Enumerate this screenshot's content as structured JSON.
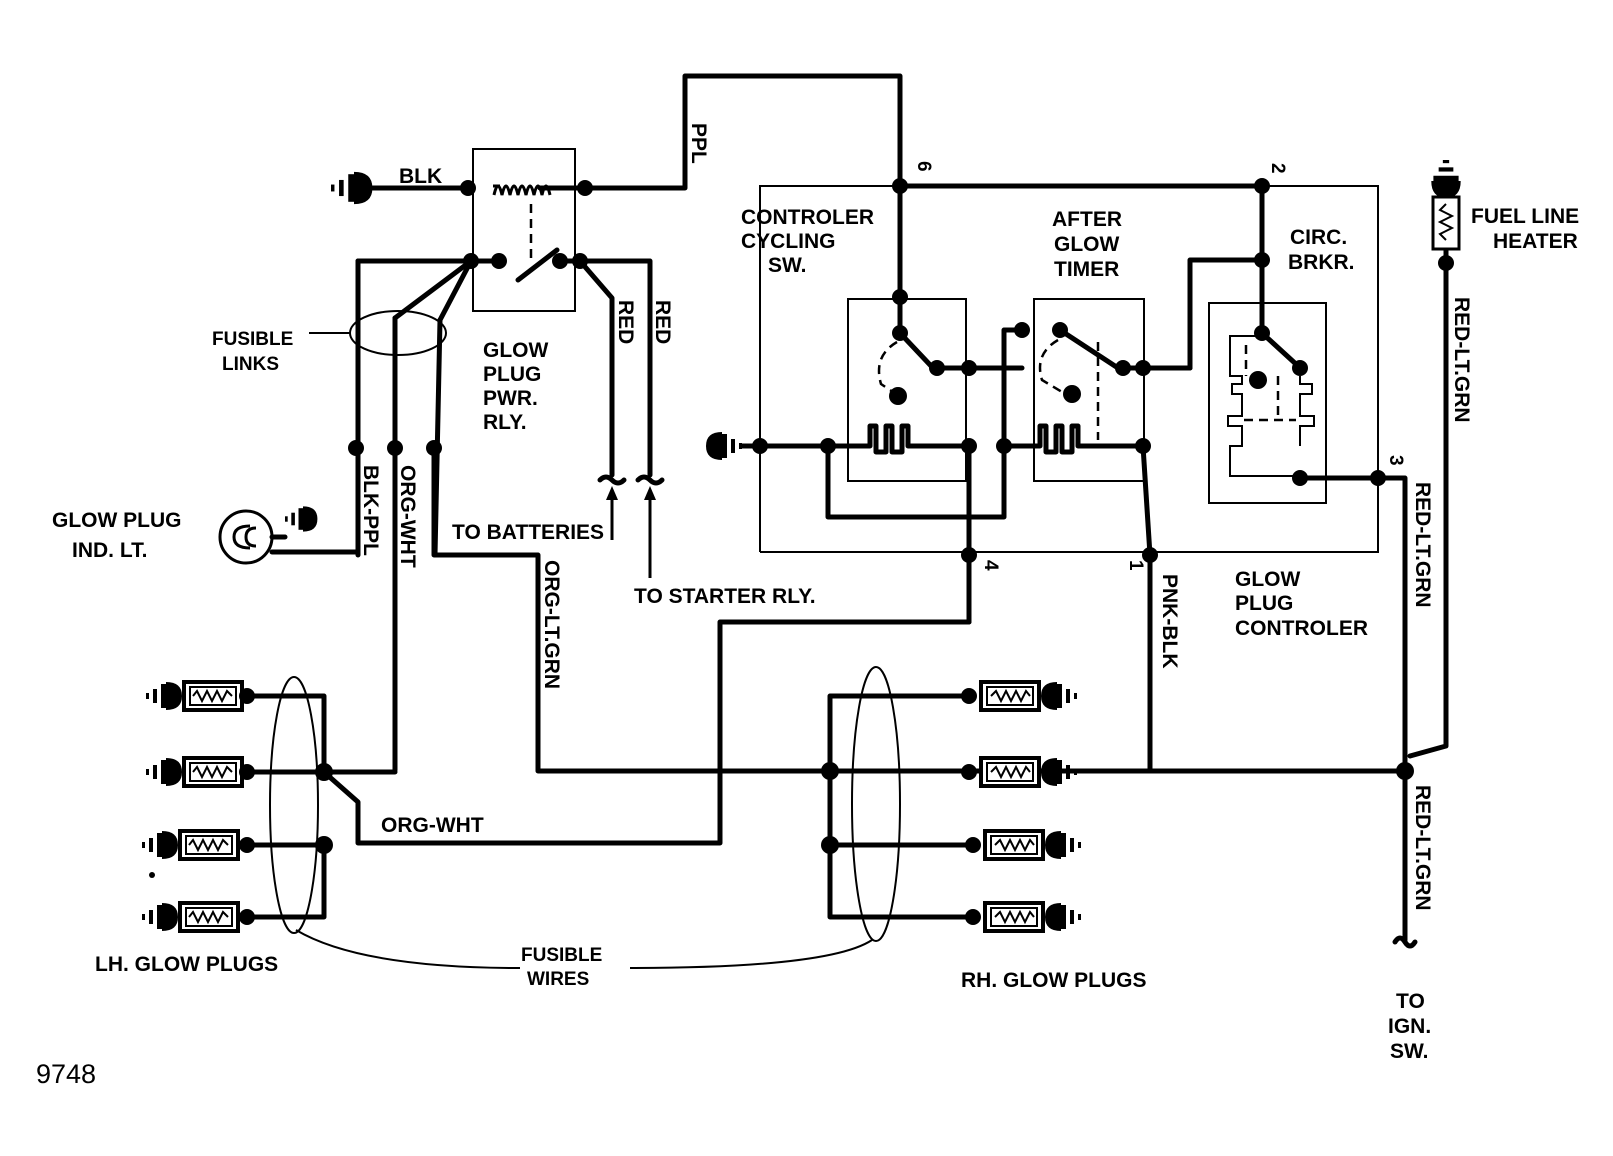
{
  "labels": {
    "blk": "BLK",
    "ppl": "PPL",
    "fusible_links": [
      "FUSIBLE",
      "LINKS"
    ],
    "glow_plug_pwr_rly": [
      "GLOW",
      "PLUG",
      "PWR.",
      "RLY."
    ],
    "red_1": "RED",
    "red_2": "RED",
    "glow_plug_ind_lt": [
      "GLOW PLUG",
      "IND. LT."
    ],
    "blk_ppl": "BLK-PPL",
    "org_wht_vertical": "ORG-WHT",
    "to_batteries": "TO BATTERIES",
    "org_lt_grn": "ORG-LT.GRN",
    "to_starter_rly": "TO STARTER RLY.",
    "controler_cycling_sw": [
      "CONTROLER",
      "CYCLING",
      "SW."
    ],
    "after_glow_timer": [
      "AFTER",
      "GLOW",
      "TIMER"
    ],
    "circ_brkr": [
      "CIRC.",
      "BRKR."
    ],
    "fuel_line_heater": [
      "FUEL LINE",
      "HEATER"
    ],
    "red_lt_grn_1": "RED-LT.GRN",
    "red_lt_grn_2": "RED-LT.GRN",
    "red_lt_grn_3": "RED-LT.GRN",
    "glow_plug_controler": [
      "GLOW",
      "PLUG",
      "CONTROLER"
    ],
    "pnk_blk": "PNK-BLK",
    "org_wht_horizontal": "ORG-WHT",
    "lh_glow_plugs": "LH. GLOW PLUGS",
    "rh_glow_plugs": "RH. GLOW PLUGS",
    "fusible_wires": [
      "FUSIBLE",
      "WIRES"
    ],
    "to_ign_sw": [
      "TO",
      "IGN.",
      "SW."
    ]
  },
  "terminals": {
    "t1": "1",
    "t2": "2",
    "t3": "3",
    "t4": "4",
    "t6": "6"
  },
  "figure_number": "9748"
}
